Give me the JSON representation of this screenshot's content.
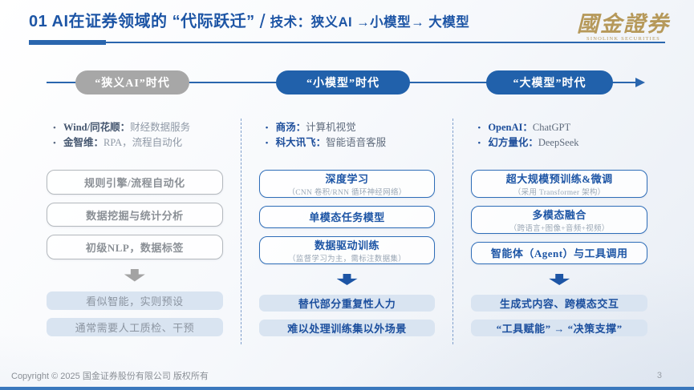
{
  "header": {
    "title_main": "01 AI在证券领域的 “代际跃迁”",
    "title_slash": "/",
    "title_sub": "技术：狭义AI →小模型→ 大模型",
    "logo_cn": "國金證券",
    "logo_en": "SINOLINK SECURITIES"
  },
  "timeline": {
    "eras": [
      {
        "label": "“狭义AI”时代"
      },
      {
        "label": "“小模型”时代"
      },
      {
        "label": "“大模型”时代"
      }
    ]
  },
  "columns": [
    {
      "bullets": [
        {
          "label": "Wind/同花顺：",
          "text": "财经数据服务"
        },
        {
          "label": "金智维：",
          "text": "RPA，流程自动化"
        }
      ],
      "boxes": [
        {
          "title": "规则引擎/流程自动化",
          "sub": ""
        },
        {
          "title": "数据挖掘与统计分析",
          "sub": ""
        },
        {
          "title": "初级NLP，数据标签",
          "sub": ""
        }
      ],
      "outcomes": [
        "看似智能，实则预设",
        "通常需要人工质检、干预"
      ]
    },
    {
      "bullets": [
        {
          "label": "商汤：",
          "text": "计算机视觉"
        },
        {
          "label": "科大讯飞：",
          "text": "智能语音客服"
        }
      ],
      "boxes": [
        {
          "title": "深度学习",
          "sub": "（CNN 卷积/RNN 循环神经网络）"
        },
        {
          "title": "单模态任务模型",
          "sub": ""
        },
        {
          "title": "数据驱动训练",
          "sub": "（监督学习为主，需标注数据集）"
        }
      ],
      "outcomes": [
        "替代部分重复性人力",
        "难以处理训练集以外场景"
      ]
    },
    {
      "bullets": [
        {
          "label": "OpenAI：",
          "text": "ChatGPT"
        },
        {
          "label": "幻方量化：",
          "text": "DeepSeek"
        }
      ],
      "boxes": [
        {
          "title": "超大规模预训练&微调",
          "sub": "（采用 Transformer 架构）"
        },
        {
          "title": "多模态融合",
          "sub": "（跨语言+图像+音频+视频）"
        },
        {
          "title": "智能体（Agent）与工具调用",
          "sub": ""
        }
      ],
      "outcomes": [
        "生成式内容、跨模态交互",
        "“工具赋能” → “决策支撑”"
      ]
    }
  ],
  "footer": {
    "copyright": "Copyright © 2025 国金证券股份有限公司 版权所有",
    "page_number": "3"
  },
  "theme": {
    "accent_blue": "#2161ab",
    "pill_gray": "#a7a7a7",
    "light_fill": "#d9e4f1",
    "gold": "#b6995a"
  }
}
